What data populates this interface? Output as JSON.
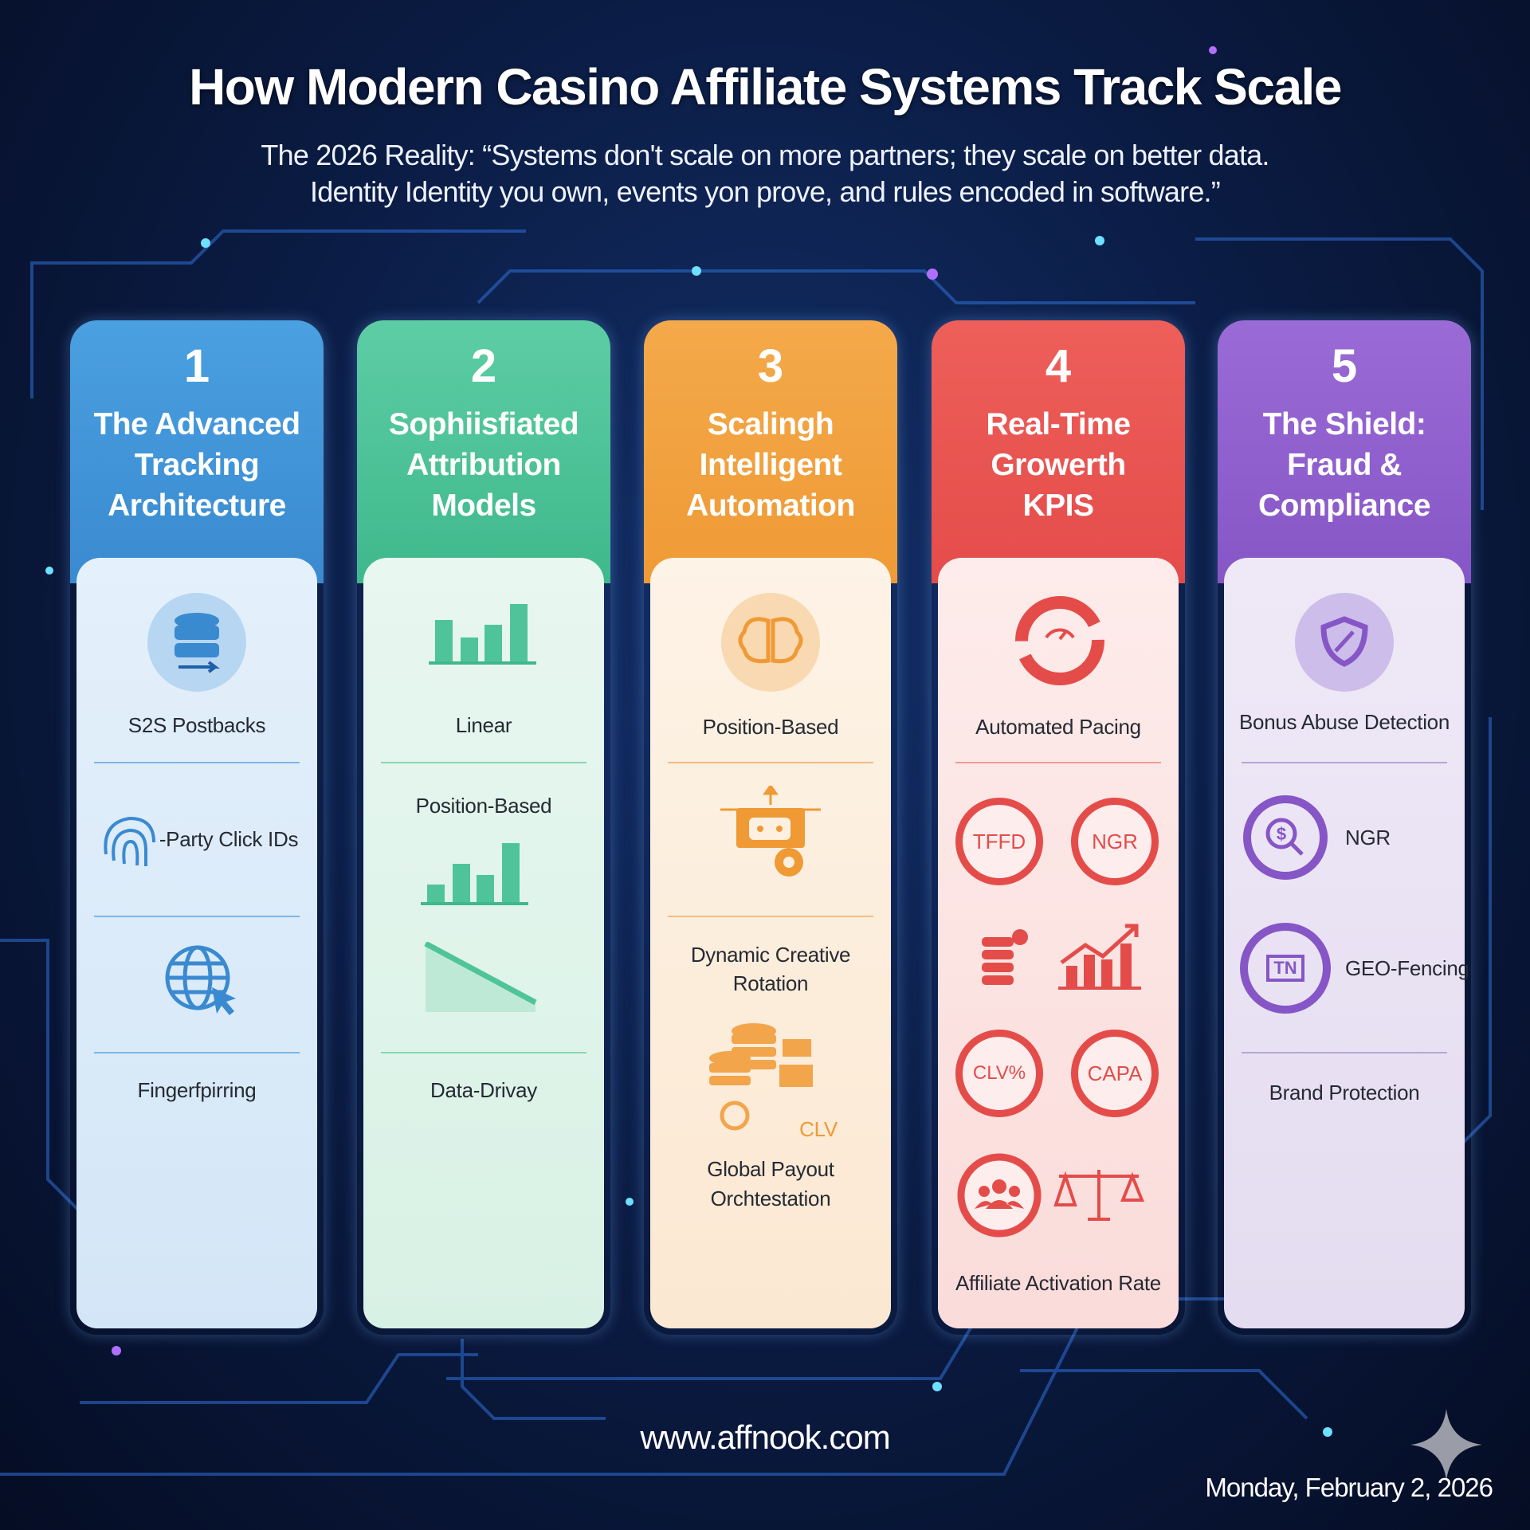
{
  "header": {
    "title": "How Modern Casino Affiliate Systems Track Scale",
    "subtitle_line1": "The 2026 Reality: “Systems don't scale on more partners; they scale on better data.",
    "subtitle_line2": "Identity Identity you own, events yon prove, and rules encoded in software.”"
  },
  "columns": [
    {
      "number": "1",
      "title": [
        "The Advanced",
        "Tracking",
        "Architecture"
      ],
      "color": "#3a8ad0",
      "items": [
        "S2S Postbacks",
        "-Party Click IDs",
        "Fingerfpirring"
      ]
    },
    {
      "number": "2",
      "title": [
        "Sophiisfiated",
        "Attribution",
        "Models"
      ],
      "color": "#3fb88c",
      "items": [
        "Linear",
        "Position-Based",
        "Data-Drivay"
      ]
    },
    {
      "number": "3",
      "title": [
        "Scalingh",
        "Intelligent",
        "Automation"
      ],
      "color": "#ef9a35",
      "items": [
        "Position-Based",
        "Dynamic Creative",
        "Rotation",
        "CLV",
        "Global Payout",
        "Orchtestation"
      ]
    },
    {
      "number": "4",
      "title": [
        "Real-Time",
        "Growerth",
        "KPIS"
      ],
      "color": "#e44c4a",
      "items": [
        "Automated Pacing",
        "TFFD",
        "NGR",
        "CLV%",
        "CAPA",
        "Affiliate Activation Rate"
      ]
    },
    {
      "number": "5",
      "title": [
        "The Shield:",
        "Fraud &",
        "Compliance"
      ],
      "color": "#8656c6",
      "items": [
        "Bonus Abuse Detection",
        "NGR",
        "GEO-Fencing",
        "Brand Protection"
      ],
      "geo_badge": "TN"
    }
  ],
  "footer": {
    "url": "www.affnook.com",
    "date": "Monday, February 2, 2026"
  }
}
